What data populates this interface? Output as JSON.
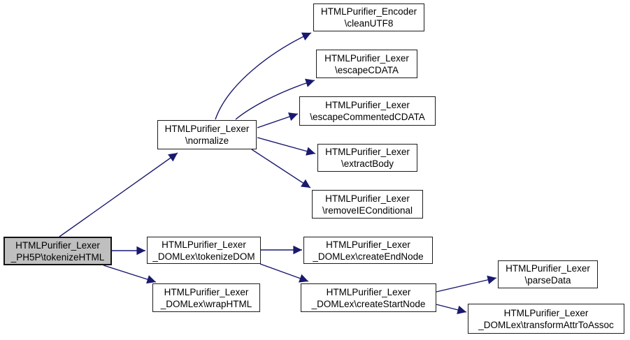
{
  "diagram": {
    "kind": "call-graph",
    "colors": {
      "background": "#ffffff",
      "edge": "#191970",
      "node_border": "#1c1c1c",
      "node_fill": "#ffffff",
      "current_node_fill": "#bfbfbf"
    }
  },
  "nodes": {
    "tokenizeHTML": {
      "line1": "HTMLPurifier_Lexer",
      "line2": "_PH5P\\tokenizeHTML",
      "current": true
    },
    "normalize": {
      "line1": "HTMLPurifier_Lexer",
      "line2": "\\normalize"
    },
    "cleanUTF8": {
      "line1": "HTMLPurifier_Encoder",
      "line2": "\\cleanUTF8"
    },
    "escapeCDATA": {
      "line1": "HTMLPurifier_Lexer",
      "line2": "\\escapeCDATA"
    },
    "escapeCommentedCDATA": {
      "line1": "HTMLPurifier_Lexer",
      "line2": "\\escapeCommentedCDATA"
    },
    "extractBody": {
      "line1": "HTMLPurifier_Lexer",
      "line2": "\\extractBody"
    },
    "removeIEConditional": {
      "line1": "HTMLPurifier_Lexer",
      "line2": "\\removeIEConditional"
    },
    "tokenizeDOM": {
      "line1": "HTMLPurifier_Lexer",
      "line2": "_DOMLex\\tokenizeDOM"
    },
    "wrapHTML": {
      "line1": "HTMLPurifier_Lexer",
      "line2": "_DOMLex\\wrapHTML"
    },
    "createEndNode": {
      "line1": "HTMLPurifier_Lexer",
      "line2": "_DOMLex\\createEndNode"
    },
    "createStartNode": {
      "line1": "HTMLPurifier_Lexer",
      "line2": "_DOMLex\\createStartNode"
    },
    "parseData": {
      "line1": "HTMLPurifier_Lexer",
      "line2": "\\parseData"
    },
    "transformAttrToAssoc": {
      "line1": "HTMLPurifier_Lexer",
      "line2": "_DOMLex\\transformAttrToAssoc"
    }
  },
  "edges": [
    {
      "from": "tokenizeHTML",
      "to": "normalize"
    },
    {
      "from": "tokenizeHTML",
      "to": "tokenizeDOM"
    },
    {
      "from": "tokenizeHTML",
      "to": "wrapHTML"
    },
    {
      "from": "normalize",
      "to": "cleanUTF8"
    },
    {
      "from": "normalize",
      "to": "escapeCDATA"
    },
    {
      "from": "normalize",
      "to": "escapeCommentedCDATA"
    },
    {
      "from": "normalize",
      "to": "extractBody"
    },
    {
      "from": "normalize",
      "to": "removeIEConditional"
    },
    {
      "from": "tokenizeDOM",
      "to": "createEndNode"
    },
    {
      "from": "tokenizeDOM",
      "to": "createStartNode"
    },
    {
      "from": "createStartNode",
      "to": "parseData"
    },
    {
      "from": "createStartNode",
      "to": "transformAttrToAssoc"
    }
  ]
}
